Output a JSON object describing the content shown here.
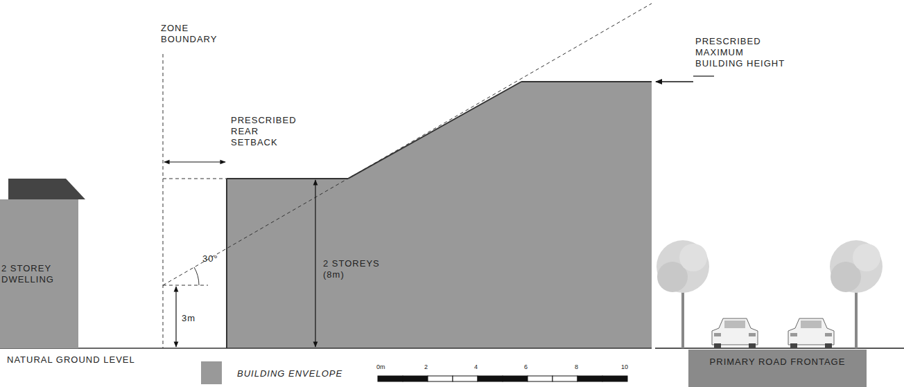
{
  "diagram": {
    "nodes": [
      {
        "text": [
          "2 STOREY DWELLING"
        ]
      },
      {
        "text": [
          "PRIMARY ROAD FRONTAGE"
        ]
      }
    ],
    "labels": [
      "ZONE BOUNDARY",
      "PRESCRIBED REAR SETBACK",
      "PRESCRIBED MAXIMUM BUILDING HEIGHT",
      "30°",
      "3m",
      "2 STOREYS (8m)",
      "NATURAL GROUND LEVEL",
      "0m",
      "2",
      "4",
      "6",
      "8",
      "10"
    ],
    "legend": [
      {
        "text": "BUILDING ENVELOPE",
        "color": "#999999"
      }
    ]
  }
}
